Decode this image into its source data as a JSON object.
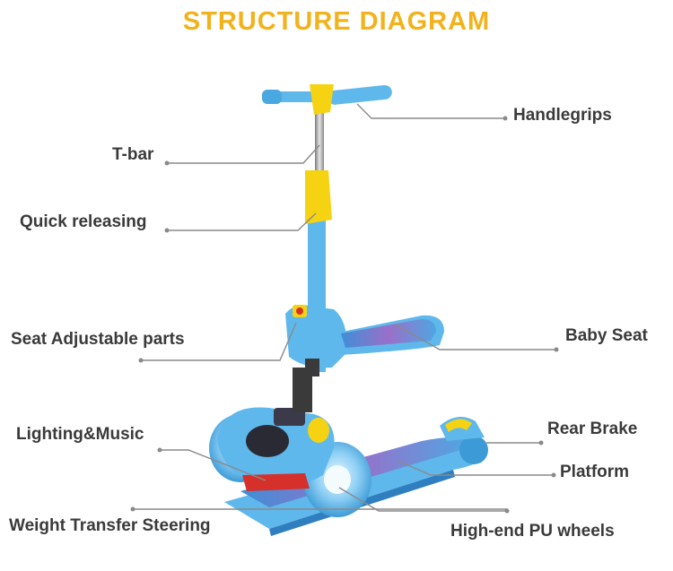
{
  "title": "STRUCTURE DIAGRAM",
  "colors": {
    "title": "#f2b21c",
    "label": "#3a3a3a",
    "leader": "#8a8a8a",
    "scooter_blue": "#5fb8ec",
    "scooter_yellow": "#f5d312"
  },
  "labels": {
    "handlegrips": "Handlegrips",
    "t_bar": "T-bar",
    "quick_releasing": "Quick releasing",
    "seat_adjustable": "Seat Adjustable parts",
    "baby_seat": "Baby Seat",
    "lighting_music": "Lighting&Music",
    "rear_brake": "Rear Brake",
    "platform": "Platform",
    "weight_transfer": "Weight Transfer Steering",
    "pu_wheels": "High-end PU wheels"
  }
}
